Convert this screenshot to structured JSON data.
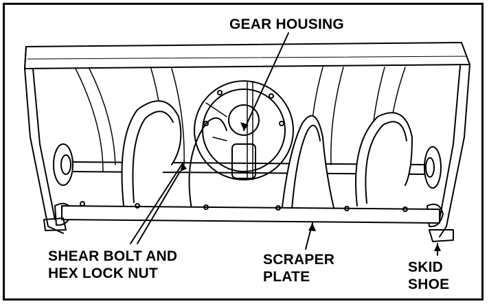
{
  "labels": {
    "gear_housing": "GEAR HOUSING",
    "shear_bolt_line1": "SHEAR BOLT AND",
    "shear_bolt_line2": "HEX LOCK NUT",
    "scraper_line1": "SCRAPER",
    "scraper_line2": "PLATE",
    "skid_line1": "SKID",
    "skid_line2": "SHOE"
  },
  "colors": {
    "ink": "#000000",
    "paper": "#ffffff"
  }
}
